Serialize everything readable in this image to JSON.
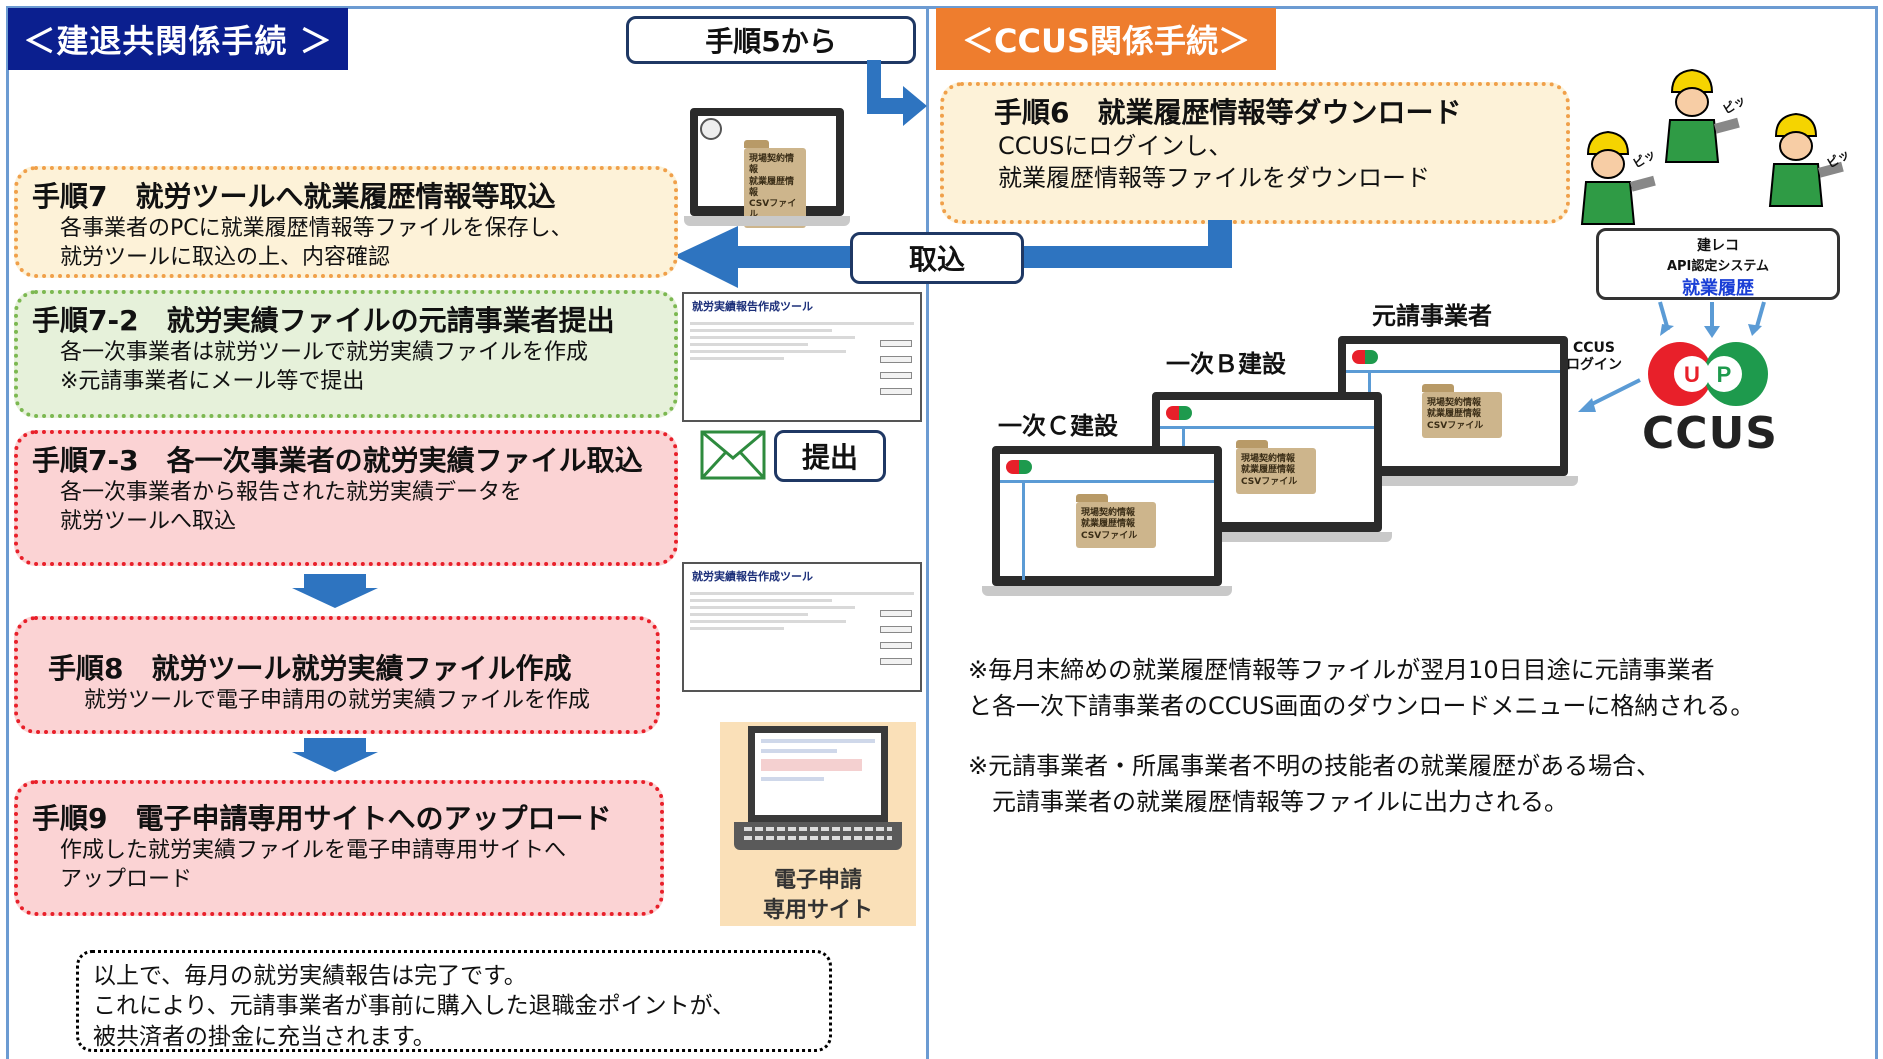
{
  "left_header": "＜建退共関係手続 ＞",
  "right_header": "＜CCUS関係手続＞",
  "from_step_button": "手順5から",
  "import_arrow_label": "取込",
  "submit_label": "提出",
  "steps": {
    "s6": {
      "title": "手順6　就業履歴情報等ダウンロード",
      "line1": "CCUSにログインし、",
      "line2": "就業履歴情報等ファイルをダウンロード"
    },
    "s7": {
      "title": "手順7　就労ツールへ就業履歴情報等取込",
      "line1": "各事業者のPCに就業履歴情報等ファイルを保存し、",
      "line2": "就労ツールに取込の上、内容確認"
    },
    "s7_2": {
      "title": "手順7-2　就労実績ファイルの元請事業者提出",
      "line1": "各一次事業者は就労ツールで就労実績ファイルを作成",
      "line2": "※元請事業者にメール等で提出"
    },
    "s7_3": {
      "title": "手順7-3　各一次事業者の就労実績ファイル取込",
      "line1": "各一次事業者から報告された就労実績データを",
      "line2": "就労ツールへ取込"
    },
    "s8": {
      "title": "手順8　就労ツール就労実績ファイル作成",
      "line1": "就労ツールで電子申請用の就労実績ファイルを作成"
    },
    "s9": {
      "title": "手順9　電子申請専用サイトへのアップロード",
      "line1": "作成した就労実績ファイルを電子申請専用サイトへ",
      "line2": "アップロード"
    }
  },
  "completion": {
    "line1": "以上で、毎月の就労実績報告は完了です。",
    "line2": "これにより、元請事業者が事前に購入した退職金ポイントが、",
    "line3": "被共済者の掛金に充当されます。"
  },
  "folder_label": {
    "l1": "現場契約情報",
    "l2": "就業履歴情報",
    "l3": "CSVファイル"
  },
  "tool_title": "就労実績報告作成ツール",
  "esite_label": {
    "l1": "電子申請",
    "l2": "専用サイト"
  },
  "kenreco": {
    "l1": "建レコ",
    "l2": "API認定システム",
    "l3": "就業履歴"
  },
  "beep": "ピッ",
  "ccus_login": {
    "l1": "CCUS",
    "l2": "ログイン"
  },
  "ccus_logo": "CCUS",
  "companies": {
    "prime": "元請事業者",
    "b": "一次Ｂ建設",
    "c": "一次Ｃ建設"
  },
  "notes": {
    "n1a": "※毎月末締めの就業履歴情報等ファイルが翌月10日目途に元請事業者",
    "n1b": "と各一次下請事業者のCCUS画面のダウンロードメニューに格納される。",
    "n2a": "※元請事業者・所属事業者不明の技能者の就業履歴がある場合、",
    "n2b": "　元請事業者の就業履歴情報等ファイルに出力される。"
  },
  "colors": {
    "navy": "#0b1f8f",
    "orange": "#ee7d2e",
    "arrow_blue": "#2e74c0",
    "frame": "#6c9bd2"
  }
}
